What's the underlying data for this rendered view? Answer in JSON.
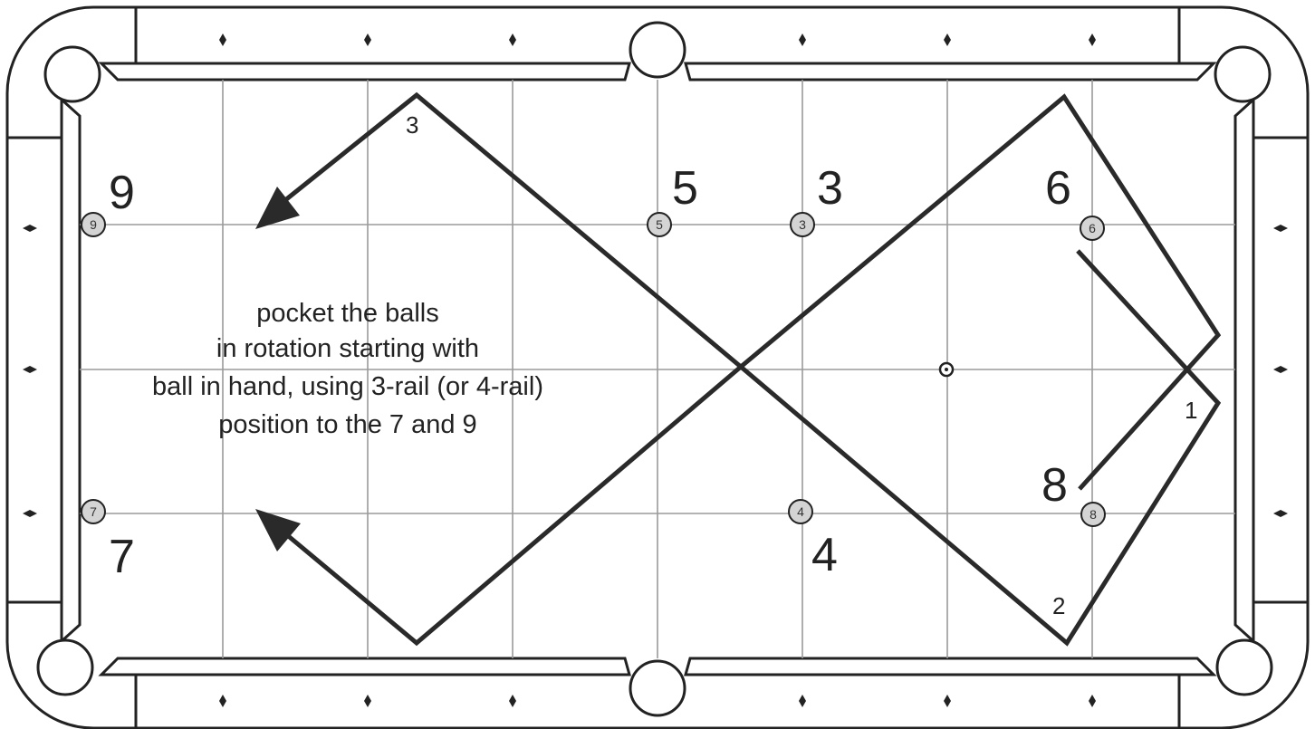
{
  "diagram": {
    "instructions": [
      "pocket the balls",
      "in rotation starting with",
      "ball in hand, using 3-rail (or 4-rail)",
      "position to the 7 and 9"
    ],
    "balls": [
      {
        "id": "9",
        "number": "9",
        "label": "9"
      },
      {
        "id": "5",
        "number": "5",
        "label": "5"
      },
      {
        "id": "3",
        "number": "3",
        "label": "3"
      },
      {
        "id": "6",
        "number": "6",
        "label": "6"
      },
      {
        "id": "7",
        "number": "7",
        "label": "7"
      },
      {
        "id": "4",
        "number": "4",
        "label": "4"
      },
      {
        "id": "8",
        "number": "8",
        "label": "8"
      }
    ],
    "rail_markers": [
      "1",
      "2",
      "3"
    ],
    "colors": {
      "line": "#2a2a2a",
      "grid": "#9a9a9a",
      "ball_fill": "#d4d4d4"
    }
  }
}
